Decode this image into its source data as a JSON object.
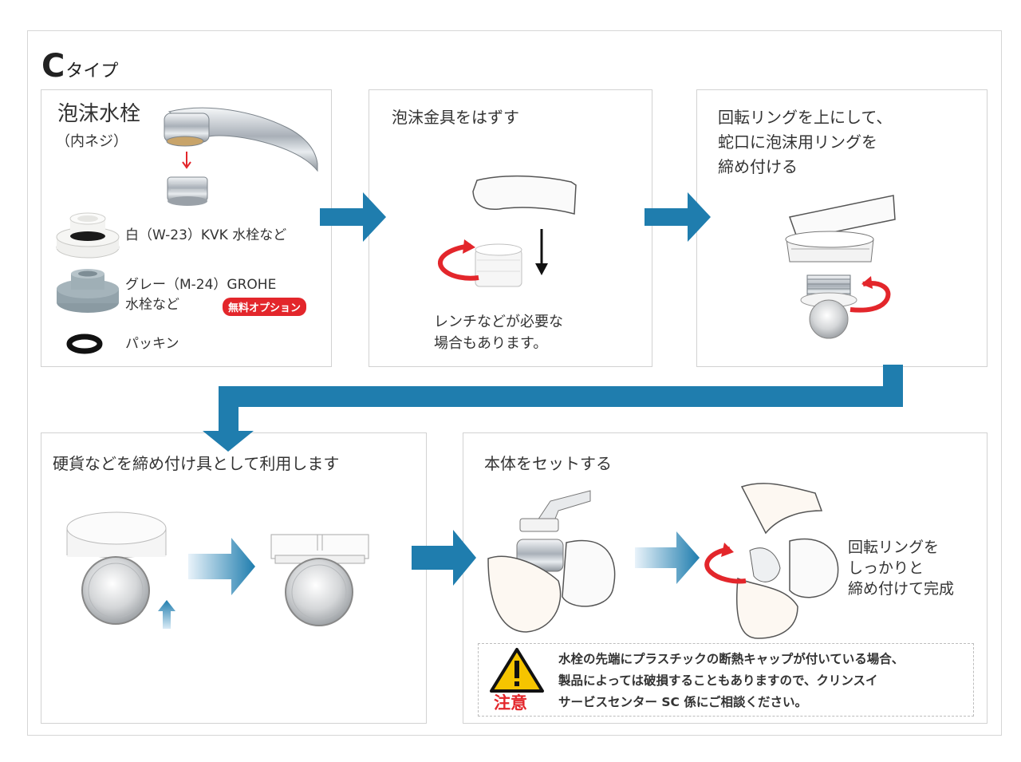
{
  "title": {
    "big": "C",
    "small": "タイプ"
  },
  "panels": {
    "p1": {
      "heading": "泡沫水栓",
      "sub": "（内ネジ）",
      "items": [
        {
          "label": "白（W-23）KVK 水栓など"
        },
        {
          "label": "グレー（M-24）GROHE\n水栓など"
        },
        {
          "label": "パッキン"
        }
      ],
      "badge": "無料オプション"
    },
    "p2": {
      "heading": "泡沫金具をはずす",
      "note": "レンチなどが必要な\n場合もあります。"
    },
    "p3": {
      "heading": "回転リングを上にして、\n蛇口に泡沫用リングを\n締め付ける"
    },
    "p4": {
      "heading": "硬貨などを締め付け具として利用します"
    },
    "p5": {
      "heading": "本体をセットする",
      "note": "回転リングを\nしっかりと\n締め付けて完成"
    }
  },
  "caution": {
    "word": "注意",
    "text": "水栓の先端にプラスチックの断熱キャップが付いている場合、\n製品によっては破損することもありますので、クリンスイ\nサービスセンター SC 係にご相談ください。"
  },
  "colors": {
    "arrow": "#1f7dae",
    "red": "#e3262b",
    "panel_border": "#d2d2d2"
  }
}
